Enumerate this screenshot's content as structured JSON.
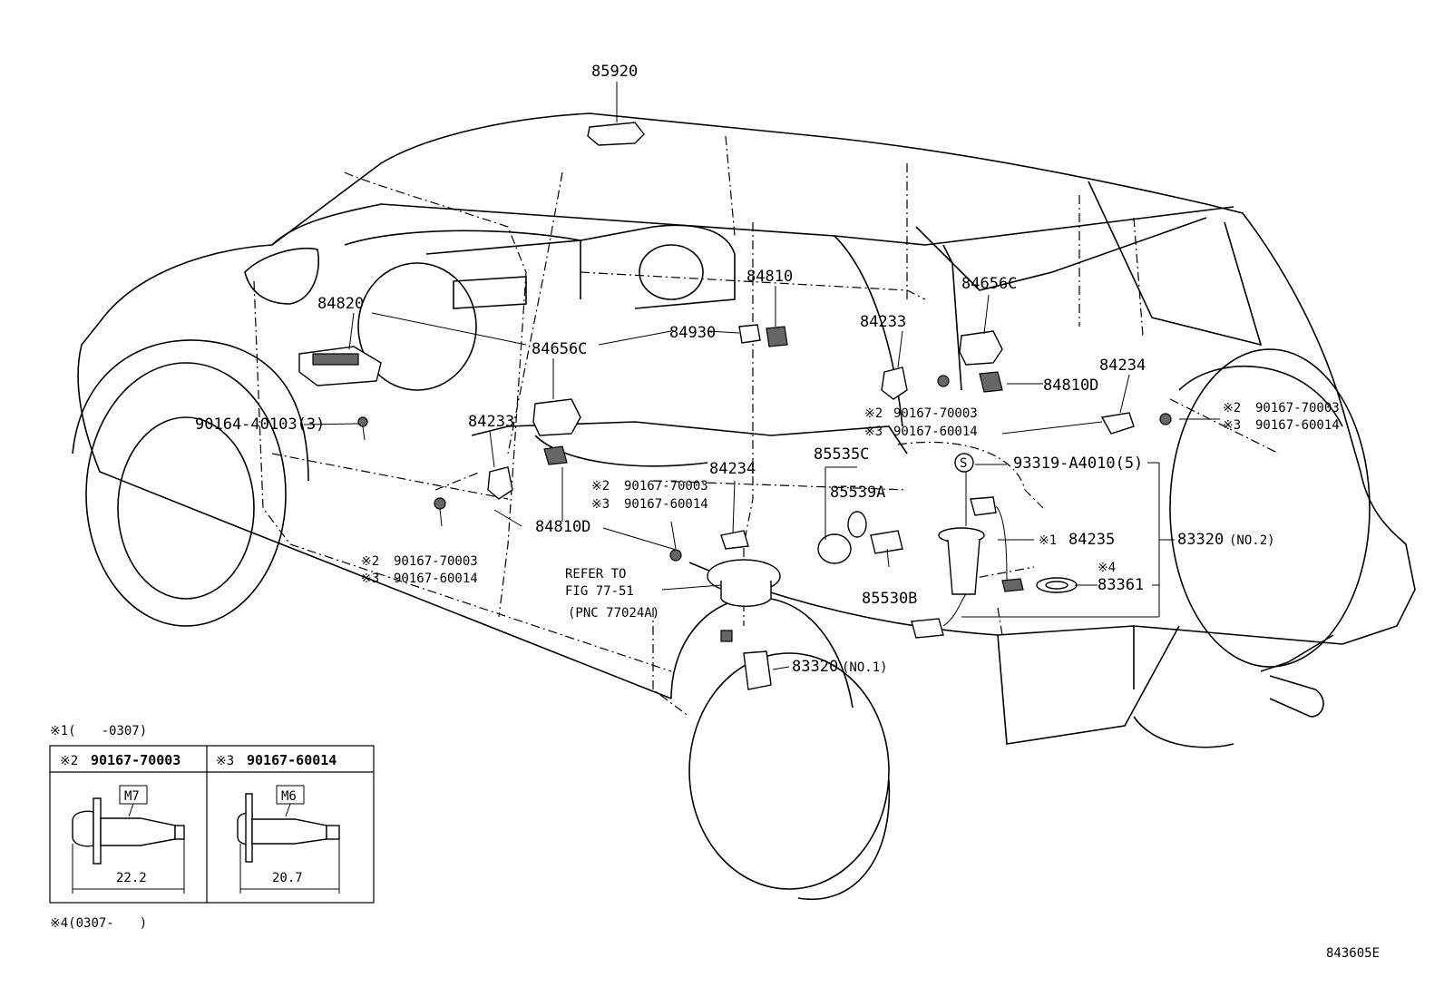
{
  "diagram_code": "843605E",
  "callouts": {
    "c85920": "85920",
    "c84820": "84820",
    "c84810": "84810",
    "c84930": "84930",
    "c84656c_a": "84656C",
    "c84656c_b": "84656C",
    "c84233_a": "84233",
    "c84233_b": "84233",
    "c84234_a": "84234",
    "c84234_b": "84234",
    "c84810d_a": "84810D",
    "c84810d_b": "84810D",
    "c85535c": "85535C",
    "c85539a": "85539A",
    "c85530b": "85530B",
    "c93319": "93319-A4010(5)",
    "c84235": "84235",
    "c83361": "83361",
    "c83320_no2": "83320",
    "c83320_no2_suffix": "(NO.2)",
    "c83320_no1": "83320",
    "c83320_no1_suffix": "(NO.1)",
    "c90164": "90164-40103(3)",
    "refer_line1": "REFER TO",
    "refer_line2": "FIG 77-51",
    "refer_line3": "(PNC 77024A)"
  },
  "bolts": {
    "left": {
      "m2": "90167-70003",
      "m3": "90167-60014"
    },
    "mid": {
      "m2": "90167-70003",
      "m3": "90167-60014"
    },
    "center": {
      "m2": "90167-70003",
      "m3": "90167-60014"
    },
    "right": {
      "m2": "90167-70003",
      "m3": "90167-60014"
    }
  },
  "marks": {
    "m1": "※1",
    "m2": "※2",
    "m3": "※3",
    "m4": "※4",
    "s": "S"
  },
  "legend": {
    "note1": "※1(　　-0307)",
    "note4": "※4(0307-　　)",
    "col1_header_mark": "※2",
    "col1_header_part": "90167-70003",
    "col1_size": "M7",
    "col1_length": "22.2",
    "col2_header_mark": "※3",
    "col2_header_part": "90167-60014",
    "col2_size": "M6",
    "col2_length": "20.7"
  }
}
